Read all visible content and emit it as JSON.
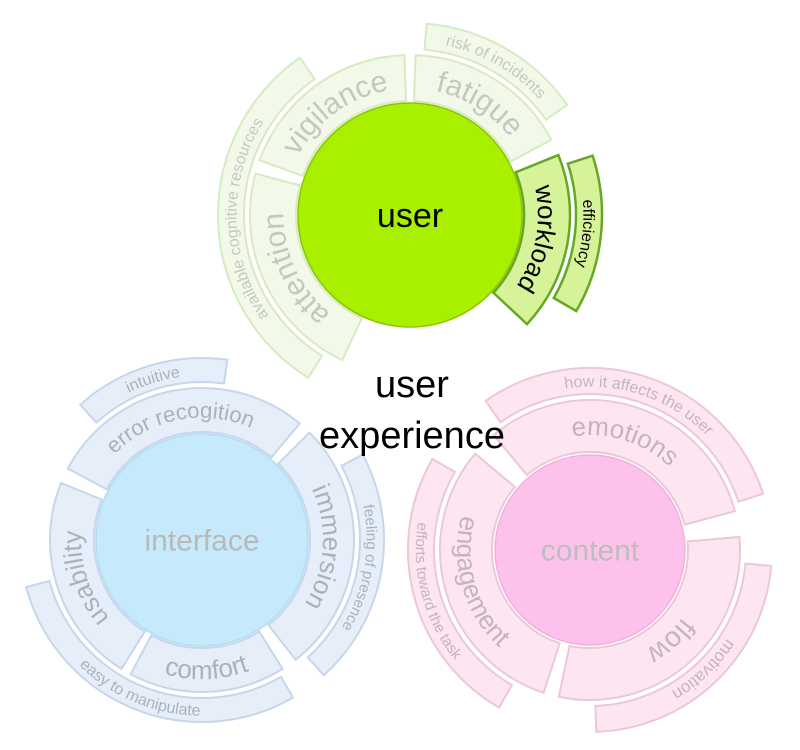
{
  "center_title": [
    "user",
    "experience"
  ],
  "clusters": [
    {
      "key": "user",
      "label": "user",
      "colors": {
        "circle": "#a8f000",
        "circle_stroke": "#8ec400",
        "label": "#000000",
        "band_fill": "#f2f9e8",
        "band_stroke": "#d5ebc2",
        "band_text": "#c4c9bf",
        "active_fill": "#d7f39a",
        "active_stroke": "#66a826",
        "active_text": "#000000"
      },
      "inner": [
        {
          "label": "attention",
          "active": false
        },
        {
          "label": "vigilance",
          "active": false
        },
        {
          "label": "fatigue",
          "active": false
        },
        {
          "label": "workload",
          "active": true
        }
      ],
      "outer": [
        {
          "label": "available cognitive resources",
          "active": false
        },
        {
          "label": "risk of incidents",
          "active": false
        },
        {
          "label": "efficiency",
          "active": true
        }
      ]
    },
    {
      "key": "interface",
      "label": "interface",
      "colors": {
        "circle": "#c6e9fb",
        "circle_stroke": "#b2dcf2",
        "label": "#b9b9b9",
        "band_fill": "#e6eef9",
        "band_stroke": "#c7d6ec",
        "band_text": "#a8b2bd"
      },
      "inner": [
        {
          "label": "error recogition",
          "active": false
        },
        {
          "label": "usability",
          "active": false
        },
        {
          "label": "comfort",
          "active": false
        },
        {
          "label": "immersion",
          "active": false
        }
      ],
      "outer": [
        {
          "label": "intuitive",
          "active": false
        },
        {
          "label": "easy to manipulate",
          "active": false
        },
        {
          "label": "feeling of presence",
          "active": false
        }
      ]
    },
    {
      "key": "content",
      "label": "content",
      "colors": {
        "circle": "#fcc2ec",
        "circle_stroke": "#f1b0df",
        "label": "#bdbdbd",
        "band_fill": "#fde6f1",
        "band_stroke": "#ecc8d6",
        "band_text": "#c2b5bb"
      },
      "inner": [
        {
          "label": "emotions",
          "active": false
        },
        {
          "label": "engagement",
          "active": false
        },
        {
          "label": "flow",
          "active": false
        }
      ],
      "outer": [
        {
          "label": "how it affects the user",
          "active": false
        },
        {
          "label": "efforts toward the task",
          "active": false
        },
        {
          "label": "motivation",
          "active": false
        }
      ]
    }
  ]
}
